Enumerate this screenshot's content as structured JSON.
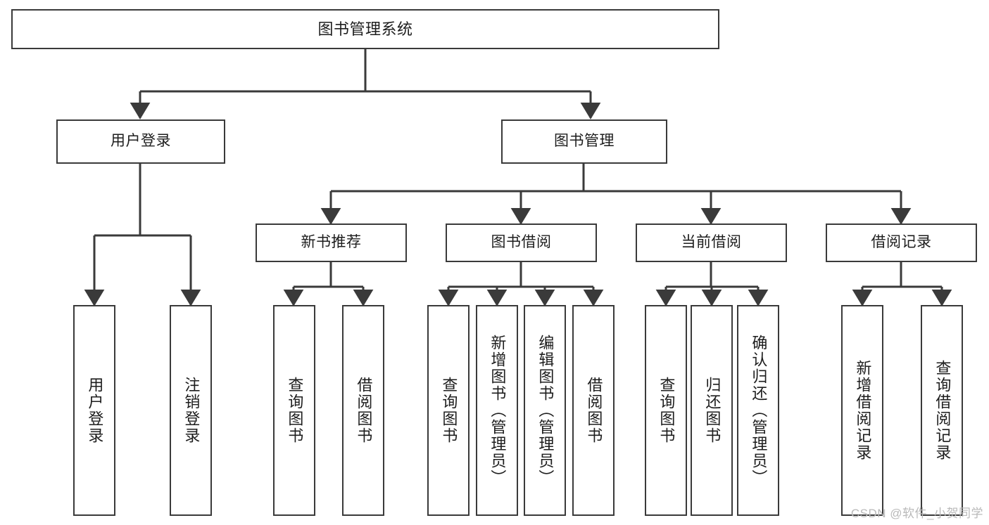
{
  "diagram": {
    "title": "图书管理系统",
    "type": "hierarchy-tree",
    "root": {
      "id": "root",
      "label": "图书管理系统"
    },
    "level1": [
      {
        "id": "user-login",
        "label": "用户登录"
      },
      {
        "id": "book-manage",
        "label": "图书管理"
      }
    ],
    "level2": [
      {
        "id": "new-book-recommend",
        "label": "新书推荐",
        "parent": "book-manage"
      },
      {
        "id": "book-borrow",
        "label": "图书借阅",
        "parent": "book-manage"
      },
      {
        "id": "current-borrow",
        "label": "当前借阅",
        "parent": "book-manage"
      },
      {
        "id": "borrow-record",
        "label": "借阅记录",
        "parent": "book-manage"
      }
    ],
    "leaves": [
      {
        "id": "leaf-user-login",
        "label": "用户登录",
        "parent": "user-login"
      },
      {
        "id": "leaf-logout-login",
        "label": "注销登录",
        "parent": "user-login"
      },
      {
        "id": "leaf-query-book-1",
        "label": "查询图书",
        "parent": "new-book-recommend"
      },
      {
        "id": "leaf-borrow-book-1",
        "label": "借阅图书",
        "parent": "new-book-recommend"
      },
      {
        "id": "leaf-query-book-2",
        "label": "查询图书",
        "parent": "book-borrow"
      },
      {
        "id": "leaf-add-book",
        "label": "新增图书（管理员）",
        "parent": "book-borrow"
      },
      {
        "id": "leaf-edit-book",
        "label": "编辑图书（管理员）",
        "parent": "book-borrow"
      },
      {
        "id": "leaf-borrow-book-2",
        "label": "借阅图书",
        "parent": "book-borrow"
      },
      {
        "id": "leaf-query-book-3",
        "label": "查询图书",
        "parent": "current-borrow"
      },
      {
        "id": "leaf-return-book",
        "label": "归还图书",
        "parent": "current-borrow"
      },
      {
        "id": "leaf-confirm-return",
        "label": "确认归还（管理员）",
        "parent": "current-borrow"
      },
      {
        "id": "leaf-add-record",
        "label": "新增借阅记录",
        "parent": "borrow-record"
      },
      {
        "id": "leaf-query-record",
        "label": "查询借阅记录",
        "parent": "borrow-record"
      }
    ]
  },
  "watermark": {
    "text": "CSDN @软件_小贺同学"
  },
  "colors": {
    "box_border": "#3a3a3a",
    "box_fill": "#ffffff",
    "connector": "#3a3a3a",
    "text": "#1d1d1d",
    "watermark": "#b9b9b9",
    "background": "#ffffff"
  }
}
